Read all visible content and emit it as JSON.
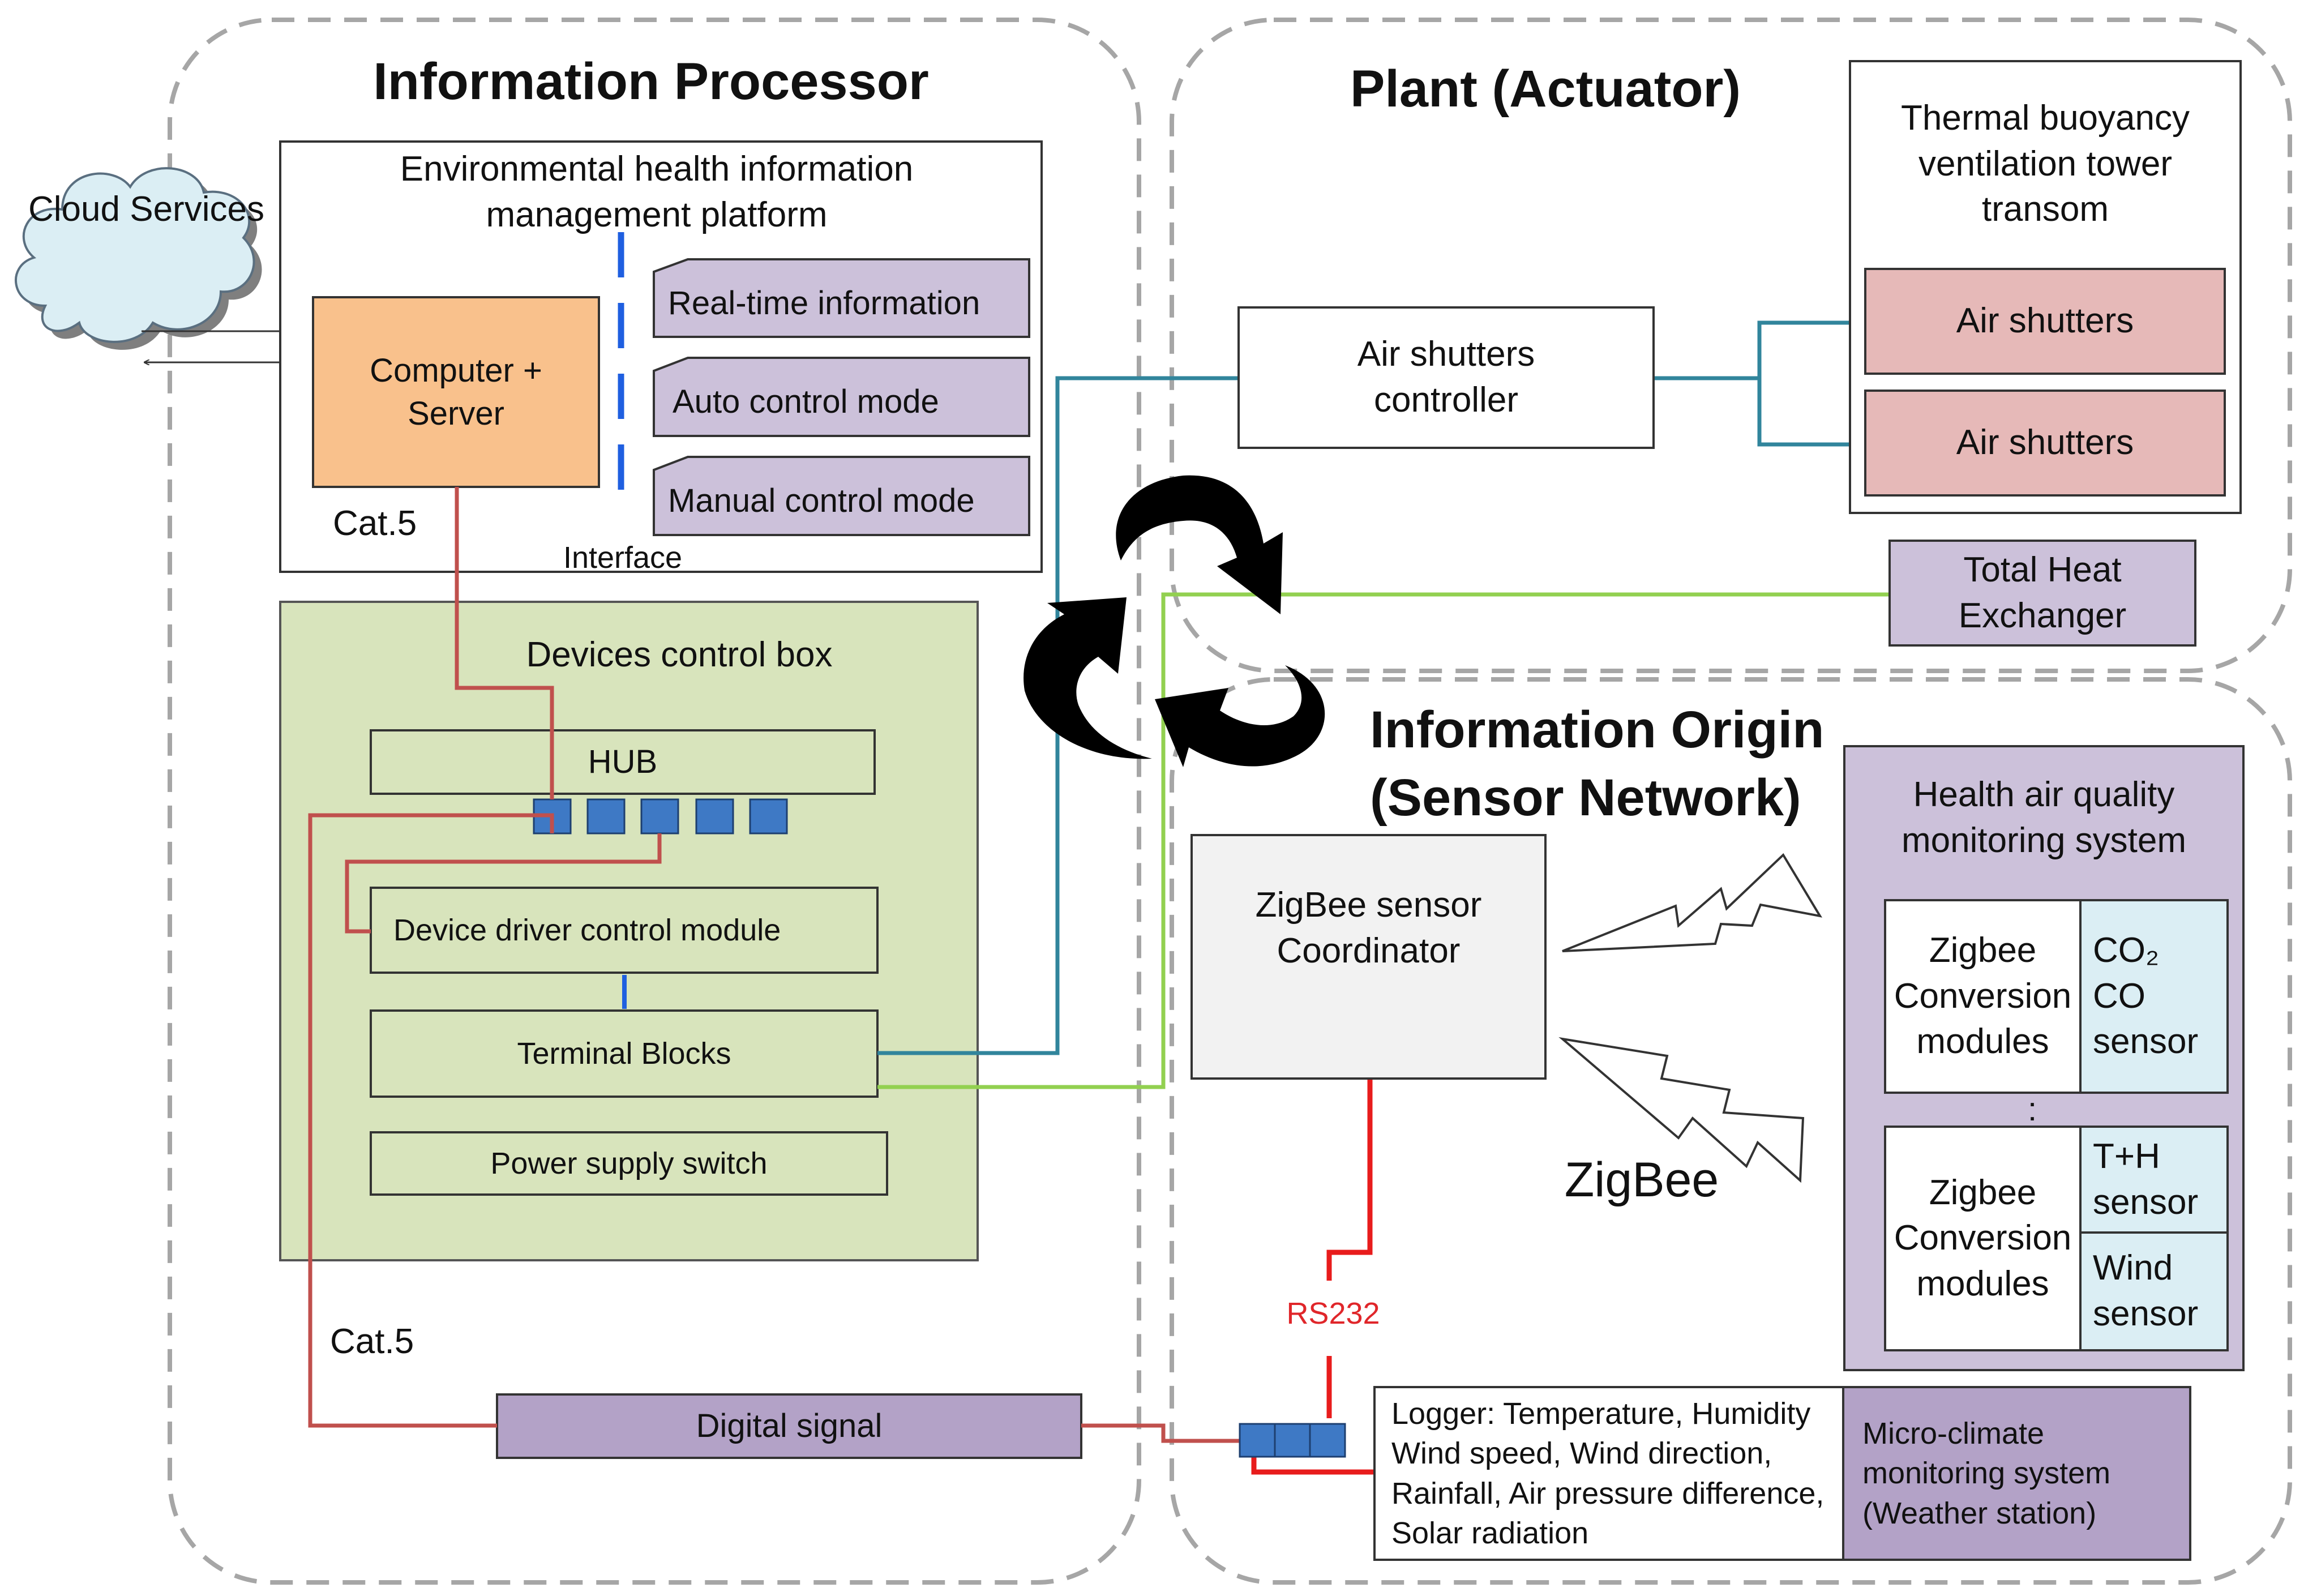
{
  "regions": {
    "info_processor": "Information Processor",
    "plant": "Plant (Actuator)",
    "info_origin": "Information Origin\n(Sensor Network)"
  },
  "cloud": {
    "label": "Cloud Services"
  },
  "platform": {
    "title": "Environmental health information\nmanagement platform",
    "server": "Computer +\nServer",
    "cat5": "Cat.5",
    "interface": "Interface",
    "modes": [
      "Real-time information",
      "Auto control mode",
      "Manual control mode"
    ]
  },
  "control_box": {
    "title": "Devices control box",
    "hub": "HUB",
    "driver": "Device driver control module",
    "terminal": "Terminal Blocks",
    "power": "Power supply switch"
  },
  "bottom": {
    "cat5": "Cat.5",
    "digital_signal": "Digital signal",
    "rs232": "RS232"
  },
  "plant": {
    "controller": "Air shutters\ncontroller",
    "tower_title": "Thermal buoyancy\nventilation tower\ntransom",
    "shutters": [
      "Air shutters",
      "Air shutters"
    ],
    "exchanger": "Total Heat\nExchanger"
  },
  "sensor": {
    "coordinator": "ZigBee sensor\nCoordinator",
    "zigbee": "ZigBee",
    "health_title": "Health air quality\nmonitoring system",
    "zig_modules": [
      "Zigbee\nConversion\nmodules",
      "Zigbee\nConversion\nmodules"
    ],
    "co2": "CO₂\nCO\nsensor",
    "th": "T+H\nsensor",
    "wind": "Wind\nsensor",
    "ellipsis": ":",
    "logger": "Logger: Temperature, Humidity\nWind speed, Wind direction,\nRainfall, Air pressure difference,\nSolar radiation",
    "micro": "Micro-climate\nmonitoring system\n(Weather station)"
  },
  "colors": {
    "dashed": "#a6a6a6",
    "server_fill": "#f9c18c",
    "mode_fill": "#ccc1da",
    "box_green": "#d8e4bc",
    "hub_port": "#3e79c5",
    "shutter_fill": "#e6b9b8",
    "purple_fill": "#b3a2c7",
    "light_purple": "#ccc1da",
    "sensor_blue": "#dbeef4",
    "line_red": "#c0504d",
    "line_bright_red": "#e81c1c",
    "line_teal": "#31859c",
    "line_green": "#92d050",
    "line_blue": "#1f5fe0"
  }
}
